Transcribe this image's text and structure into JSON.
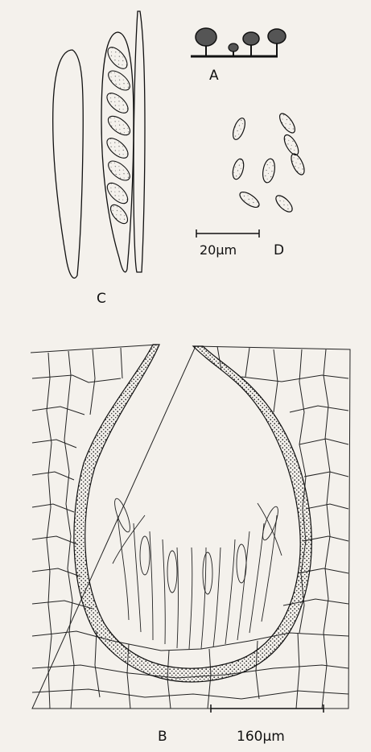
{
  "labels": {
    "A": "A",
    "B": "B",
    "C": "C",
    "D": "D"
  },
  "scale_bars": {
    "small": "20µm",
    "large": "160µm"
  },
  "colors": {
    "ink": "#111111",
    "paper": "#f4f1ec"
  }
}
